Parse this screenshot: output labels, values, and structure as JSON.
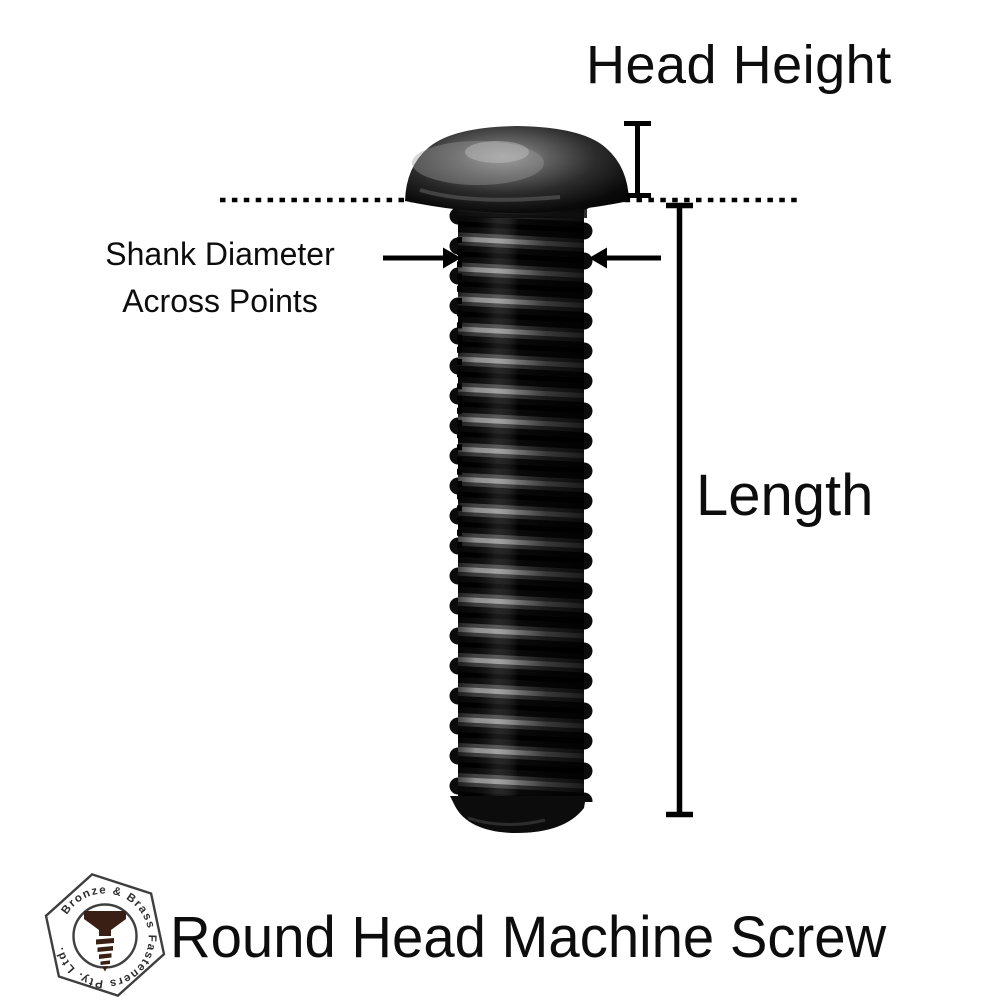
{
  "page": {
    "background_color": "#ffffff",
    "line_color": "#000000"
  },
  "diagram": {
    "screw_alt": "black round head (button head) machine screw photo, head up, threaded shank down",
    "labels": {
      "head_height": "Head Height",
      "shank_diameter_line1": "Shank Diameter",
      "shank_diameter_line2": "Across Points",
      "length": "Length"
    }
  },
  "product": {
    "title": "Round Head Machine Screw"
  },
  "logo": {
    "ring_text": "Bronze & Brass Fasteners Pty. Ltd.",
    "icon": "flathead-screw-icon",
    "icon_color": "#3a2014",
    "outline_color": "#3f3f3f",
    "text_color": "#2e2e2e"
  }
}
